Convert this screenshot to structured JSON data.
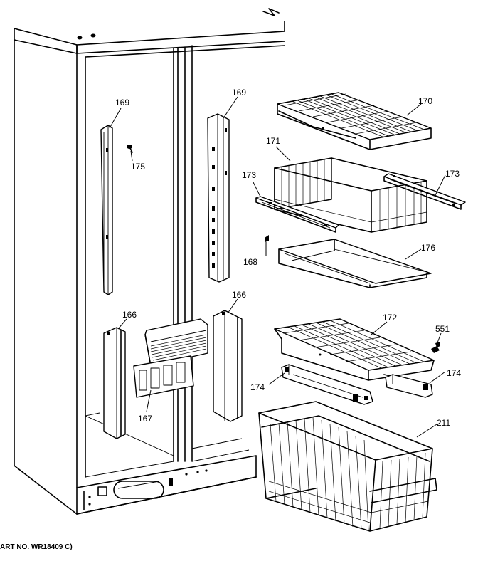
{
  "callouts": {
    "c169_left": "169",
    "c169_right": "169",
    "c175": "175",
    "c170": "170",
    "c171": "171",
    "c173_left": "173",
    "c173_right": "173",
    "c168": "168",
    "c176": "176",
    "c166_left": "166",
    "c166_right": "166",
    "c167": "167",
    "c172": "172",
    "c551": "551",
    "c174_right": "174",
    "c174_left": "174",
    "c211": "211"
  },
  "footer": {
    "part_number": "ART NO. WR18409 C)"
  }
}
